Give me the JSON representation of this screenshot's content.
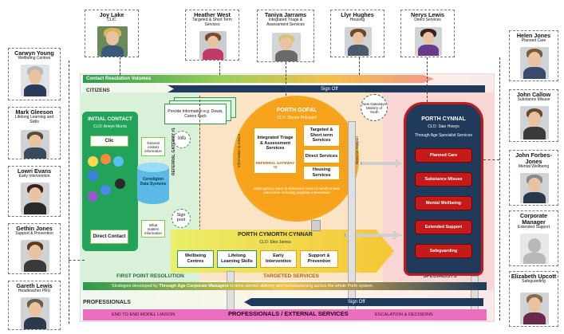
{
  "people": {
    "joy_lake": {
      "name": "Joy Lake",
      "role": "CLIC"
    },
    "heather_west": {
      "name": "Heather West",
      "role": "Targeted & Short Term Services"
    },
    "taniya_jarrams": {
      "name": "Taniya Jarrams",
      "role": "Integrated Triage & Assessment Services"
    },
    "llyr_hughes": {
      "name": "Llyr Hughes",
      "role": "Housing"
    },
    "nerys_lewis": {
      "name": "Nerys Lewis",
      "role": "Direct Services"
    },
    "carwyn_young": {
      "name": "Carwyn Young",
      "role": "Wellbeing Centres"
    },
    "mark_gleeson": {
      "name": "Mark Gleeson",
      "role": "Lifelong Learning and Skills"
    },
    "lowri_evans": {
      "name": "Lowri Evans",
      "role": "Early Intervention"
    },
    "gethin_jones": {
      "name": "Gethin Jones",
      "role": "Support & Prevention"
    },
    "gareth_lewis": {
      "name": "Gareth Lewis",
      "role": "Headteacher PRU"
    },
    "helen_jones": {
      "name": "Helen Jones",
      "role": "Planned Care"
    },
    "john_callow": {
      "name": "John Callow",
      "role": "Substance Misuse"
    },
    "john_forbes_jones": {
      "name": "John Forbes-Jones",
      "role": "Mental Wellbeing"
    },
    "corporate_manager": {
      "name": "Corporate Manager",
      "role": "Extended Support"
    },
    "elizabeth_upcott": {
      "name": "Elizabeth Upcott",
      "role": "Safeguarding"
    }
  },
  "diagram": {
    "contact_resolution": "Contact Resolution Volumes",
    "sign_off_top": "Sign Off",
    "sign_off_bottom": "Sign Off",
    "citizens": "CITIZENS",
    "professionals": "PROFESSIONALS",
    "first_point_resolution": "FIRST POINT RESOLUTION",
    "targeted_services": "TARGETED SERVICES",
    "specialists": "SPECIALISTS",
    "initial_contact": {
      "title": "INITIAL CONTACT",
      "clo": "CLO: Arwyn Morris",
      "clic": "Clic",
      "direct_contact": "Direct Contact"
    },
    "general_contact": "General contact information",
    "what_matters": "What matters information",
    "info": "Info",
    "signpost": "Sign post",
    "data_systems": "Ceredigion Data Systems",
    "provide_info": "Provide Information e.g. Dewis, Carers Pack",
    "referral_gateway_1": "REFERRAL GATEWAY #1",
    "information_advice": "Information & Advice",
    "need_for_support": "Need for Support",
    "porth_gofal": {
      "title": "PORTH GOFAL",
      "clo": "CLO: Donna Pritchard",
      "triage": "Integrated Triage & Assessment Services",
      "gateway2": "REFERRAL GATEWAY #2",
      "targeted": "Targeted & Short term Services",
      "direct": "Direct Services",
      "housing": "Housing Services",
      "note": "Multi agency team to determine level of needs & best outcome/s including targeted intervention"
    },
    "gateways_note": "New Gateways Ministry of Youth",
    "porth_cynnal": {
      "title": "PORTH CYNNAL",
      "clo": "CLO: Sian Howys",
      "sub": "Through Age Specialist Services",
      "items": [
        "Planned Care",
        "Substance Misuse",
        "Mental Wellbeing",
        "Extended Support",
        "Safeguarding"
      ]
    },
    "porth_cymorth": {
      "title": "PORTH CYMORTH CYNNAR",
      "clo": "CLO: Elen James",
      "items": [
        "Wellbeing Centres",
        "Lifelong Learning Skills",
        "Early Intervention",
        "Support & Prevention"
      ]
    },
    "strategies": {
      "pre": "Strategies developed by",
      "strong": "Through Age Corporate Managers",
      "post": "to drive service delivery and commissioning across the whole Porth system"
    },
    "end_to_end": "END TO END MODEL LIAISON",
    "prof_external": "PROFESSIONALS / EXTERNAL SERVICES",
    "escalation": "ESCALATION & DECISIONS"
  }
}
